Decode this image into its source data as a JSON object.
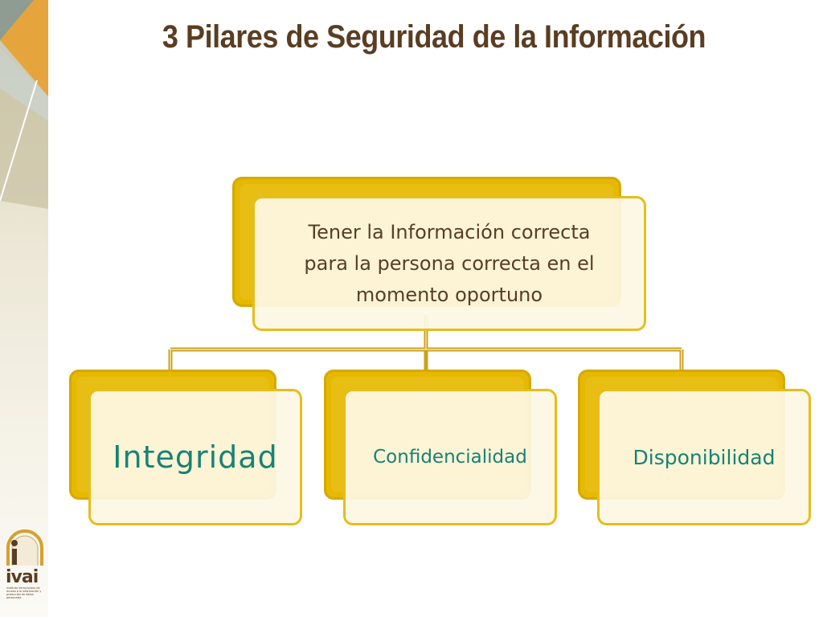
{
  "slide": {
    "title": "3 Pilares de Seguridad de la Información"
  },
  "diagram": {
    "root": {
      "lines": [
        "Tener la Información correcta",
        "para la persona correcta en el",
        "momento oportuno"
      ]
    },
    "pillars": [
      {
        "label": "Integridad"
      },
      {
        "label": "Confidencialidad"
      },
      {
        "label": "Disponibilidad"
      }
    ]
  },
  "logo": {
    "wordmark": "ivai",
    "caption": "Instituto Veracruzano de acceso a la información y protección de datos personales"
  },
  "colors": {
    "title": "#5a3d22",
    "box_gold": "#e6b800",
    "box_fill": "#fdf8e4",
    "pillar_text": "#178276",
    "connector": "#c9a020"
  }
}
